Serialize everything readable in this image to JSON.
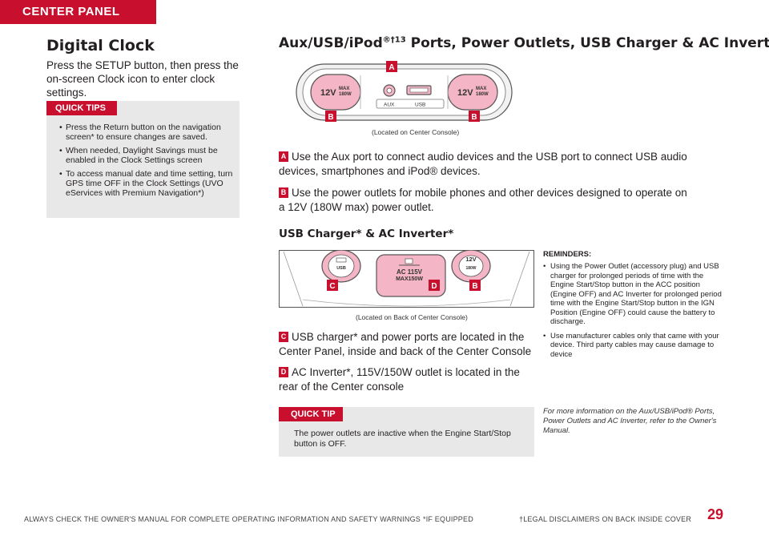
{
  "header": {
    "tab_label": "CENTER PANEL"
  },
  "digital_clock": {
    "title": "Digital Clock",
    "intro": "Press the SETUP button, then press the on-screen Clock icon to enter clock settings.",
    "quick_tips_label": "QUICK TIPS",
    "tips": [
      "Press the Return button on the navigation screen* to ensure changes are saved.",
      "When needed, Daylight Savings must be enabled  in the Clock Settings screen",
      "To access manual date and time setting, turn GPS time OFF in the Clock Settings (UVO eServices with Premium Navigation*)"
    ]
  },
  "ports": {
    "title": "Aux/USB/iPod",
    "title_sup": "®†13",
    "title_rest": " Ports, Power Outlets, USB Charger & AC Inverter",
    "title_star": "*",
    "figure1": {
      "caption": "(Located on Center Console)",
      "label_a": "A",
      "label_b": "B",
      "outlet_volt": "12V",
      "outlet_max": "MAX",
      "outlet_watt": "180W",
      "aux_label": "AUX",
      "usb_label": "USB"
    },
    "item_a": {
      "marker": "A",
      "text": "Use the Aux port to connect audio devices and the USB port to connect USB audio devices, smartphones and iPod® devices."
    },
    "item_b": {
      "marker": "B",
      "text": "Use the power outlets for mobile phones and other devices designed to operate on a 12V (180W max) power outlet."
    }
  },
  "usb_charger": {
    "title": "USB Charger* & AC Inverter*",
    "figure2": {
      "caption": "(Located on Back of Center Console)",
      "label_c": "C",
      "label_d": "D",
      "label_b": "B",
      "usb_label": "USB",
      "ac_line1": "AC 115V",
      "ac_line2": "MAX150W",
      "volt": "12V",
      "watt": "180W"
    },
    "item_c": {
      "marker": "C",
      "text": "USB charger* and power ports are located in the Center Panel, inside and back of the Center Console"
    },
    "item_d": {
      "marker": "D",
      "text": "AC Inverter*, 115V/150W outlet is located in the rear of the Center console"
    },
    "quick_tip_label": "QUICK TIP",
    "quick_tip_text": "The power outlets are inactive when the Engine Start/Stop button is OFF."
  },
  "reminders": {
    "title": "REMINDERS:",
    "items": [
      "Using the Power Outlet (accessory plug) and USB charger for prolonged periods of time with the Engine Start/Stop button in the ACC position (Engine OFF) and AC Inverter for prolonged period time with the Engine Start/Stop button in the IGN Position (Engine OFF) could cause the battery to discharge.",
      "Use manufacturer cables only that came with your device. Third party cables may cause damage to device"
    ],
    "more_info": "For more information on the Aux/USB/iPod® Ports, Power Outlets and AC Inverter, refer to the Owner's Manual."
  },
  "footer": {
    "left": "ALWAYS CHECK THE OWNER'S MANUAL FOR COMPLETE OPERATING INFORMATION AND SAFETY WARNINGS",
    "middle": "*IF EQUIPPED",
    "right": "†LEGAL DISCLAIMERS ON BACK INSIDE COVER",
    "page_number": "29"
  },
  "colors": {
    "accent": "#c8102e",
    "tip_bg": "#e8e8e8",
    "outlet_pink": "#f4b6c6"
  }
}
